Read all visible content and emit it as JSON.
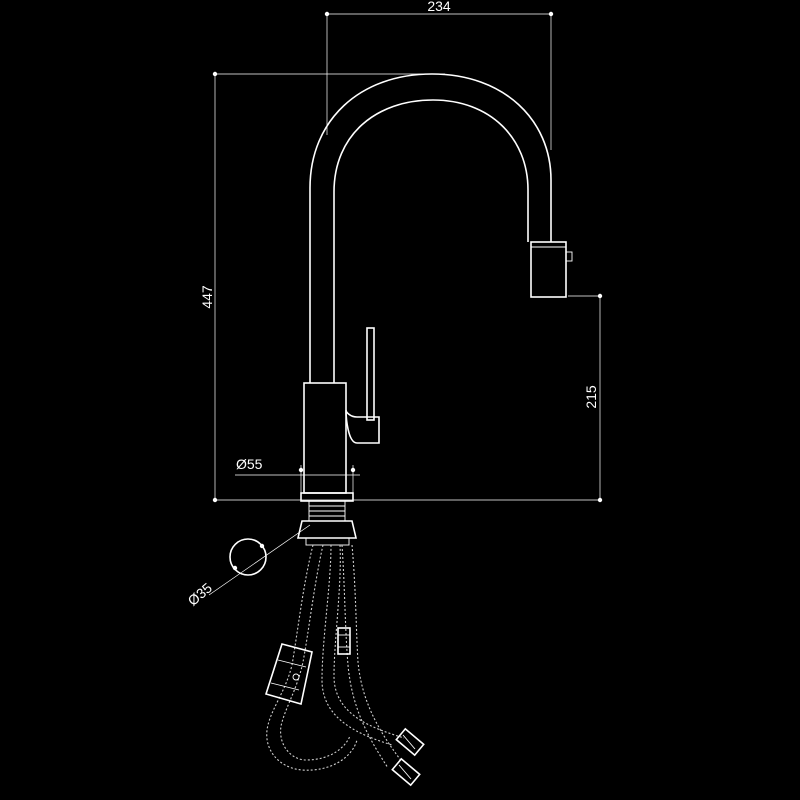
{
  "drawing": {
    "subject": "pull-out kitchen faucet technical drawing",
    "background": "#000000",
    "line_color": "#ffffff",
    "dimensions": {
      "spout_reach": "234",
      "total_height": "447",
      "spout_outlet_height": "215",
      "body_diameter": "Ø55",
      "hole_diameter": "Ø35"
    }
  }
}
